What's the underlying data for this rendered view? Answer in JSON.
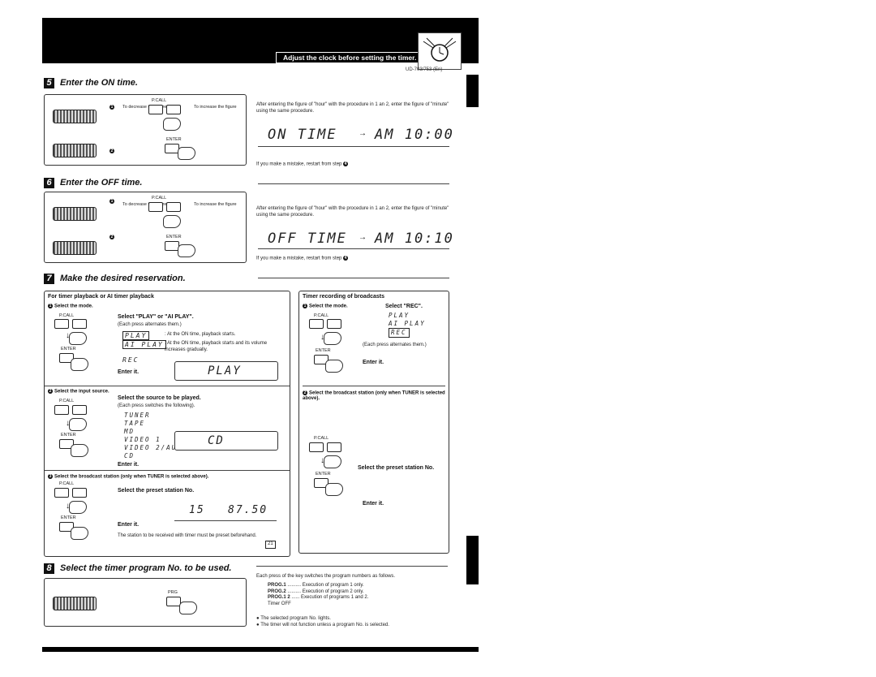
{
  "header": {
    "adjust_note": "Adjust the clock before setting the timer.",
    "model": "UD-703/753 (En)"
  },
  "common": {
    "to_decrease": "To decrease the figure",
    "to_increase": "To increase the figure",
    "pcall": "P.CALL",
    "enter_key": "ENTER",
    "mistake": "If you make a mistake, restart from step",
    "mistake_ref": "4"
  },
  "step5": {
    "num": "5",
    "title": "Enter the ON time.",
    "note": "After entering the figure of \"hour\" with the procedure in 1 an 2, enter the figure of \"minute\" using the same procedure.",
    "display_left": "ON TIME",
    "display_right": "AM 10:00"
  },
  "step6": {
    "num": "6",
    "title": "Enter the OFF time.",
    "note": "After entering the figure of \"hour\" with the procedure in 1 an 2, enter the figure of \"minute\" using the same procedure.",
    "display_left": "OFF TIME",
    "display_right": "AM 10:10"
  },
  "step7": {
    "num": "7",
    "title": "Make the desired reservation.",
    "left": {
      "heading": "For timer playback or AI timer playback",
      "select_mode": "Select the mode.",
      "select_text": "Select \"PLAY\" or \"AI PLAY\".",
      "alternates": "(Each press alternates them.)",
      "opt_play": "PLAY",
      "opt_play_desc": ": At the ON time, playback starts.",
      "opt_aiplay": "AI PLAY",
      "opt_aiplay_desc": ": At the ON time, playback starts and its volume increases gradually.",
      "opt_rec": "REC",
      "enter_it": "Enter it.",
      "lcd_play": "PLAY",
      "select_input": "Select the input source.",
      "select_source": "Select the source to be played.",
      "switches": "(Each press switches the following).",
      "sources": [
        "TUNER",
        "TAPE",
        "MD",
        "VIDEO 1",
        "VIDEO 2/AUX",
        "CD"
      ],
      "lcd_cd": "CD",
      "enter_it2": "Enter it.",
      "select_station": "Select the broadcast station (only when TUNER is selected above).",
      "select_preset": "Select the preset station No.",
      "enter_it3": "Enter it.",
      "lcd_preset": "15",
      "lcd_freq": "87.50",
      "station_note": "The station to be received with timer must be preset beforehand.",
      "page_ref": "21"
    },
    "right": {
      "heading": "Timer recording of broadcasts",
      "select_mode": "Select the mode.",
      "select_text": "Select \"REC\".",
      "options": [
        "PLAY",
        "AI PLAY",
        "REC"
      ],
      "alternates": "(Each press alternates them.)",
      "enter_it": "Enter it.",
      "select_station": "Select the broadcast station (only when TUNER is selected above).",
      "select_preset": "Select the preset station No.",
      "enter_it2": "Enter it."
    }
  },
  "step8": {
    "num": "8",
    "title": "Select the timer program No. to be used.",
    "key_label": "PRG",
    "intro": "Each press of the key switches the program numbers as follows.",
    "programs": [
      {
        "name": "PROG.1",
        "desc": "Execution of program 1 only."
      },
      {
        "name": "PROG.2",
        "desc": "Execution of program 2 only."
      },
      {
        "name": "PROG.1 2",
        "desc": "Execution of programs 1 and 2."
      }
    ],
    "timer_off": "Timer OFF",
    "note1": "The selected program No. lights.",
    "note2": "The timer will not function unless a program No. is selected."
  }
}
